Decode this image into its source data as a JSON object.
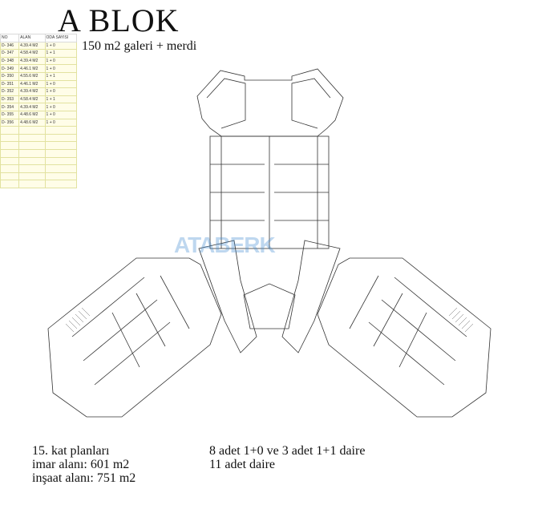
{
  "header": {
    "title": "A BLOK",
    "subtitle": "150 m2 galeri + merdi"
  },
  "unit_table": {
    "headers": [
      "NO",
      "ALAN",
      "ODA SAYISI"
    ],
    "rows": [
      [
        "D- 346",
        "4.39.4 M2",
        "1 + 0"
      ],
      [
        "D- 347",
        "4.58.4 M2",
        "1 + 1"
      ],
      [
        "D- 348",
        "4.39.4 M2",
        "1 + 0"
      ],
      [
        "D- 349",
        "4.46.1 M2",
        "1 + 0"
      ],
      [
        "D- 350",
        "4.55.6 M2",
        "1 + 1"
      ],
      [
        "D- 351",
        "4.46.1 M2",
        "1 + 0"
      ],
      [
        "D- 352",
        "4.39.4 M2",
        "1 + 0"
      ],
      [
        "D- 353",
        "4.58.4 M2",
        "1 + 1"
      ],
      [
        "D- 354",
        "4.39.4 M2",
        "1 + 0"
      ],
      [
        "D- 355",
        "4.48.6 M2",
        "1 + 0"
      ],
      [
        "D- 356",
        "4.48.6 M2",
        "1 + 0"
      ]
    ],
    "empty_rows": 8
  },
  "watermark": "ATABERK",
  "info_left": {
    "line1": "15. kat planları",
    "line2": "imar alanı: 601 m2",
    "line3": "inşaat alanı: 751 m2"
  },
  "info_right": {
    "line1": "8 adet 1+0 ve 3 adet 1+1 daire",
    "line2": "11 adet daire"
  },
  "colors": {
    "line": "#333333",
    "table_fill": "#fffde8",
    "watermark": "#468cd2"
  }
}
